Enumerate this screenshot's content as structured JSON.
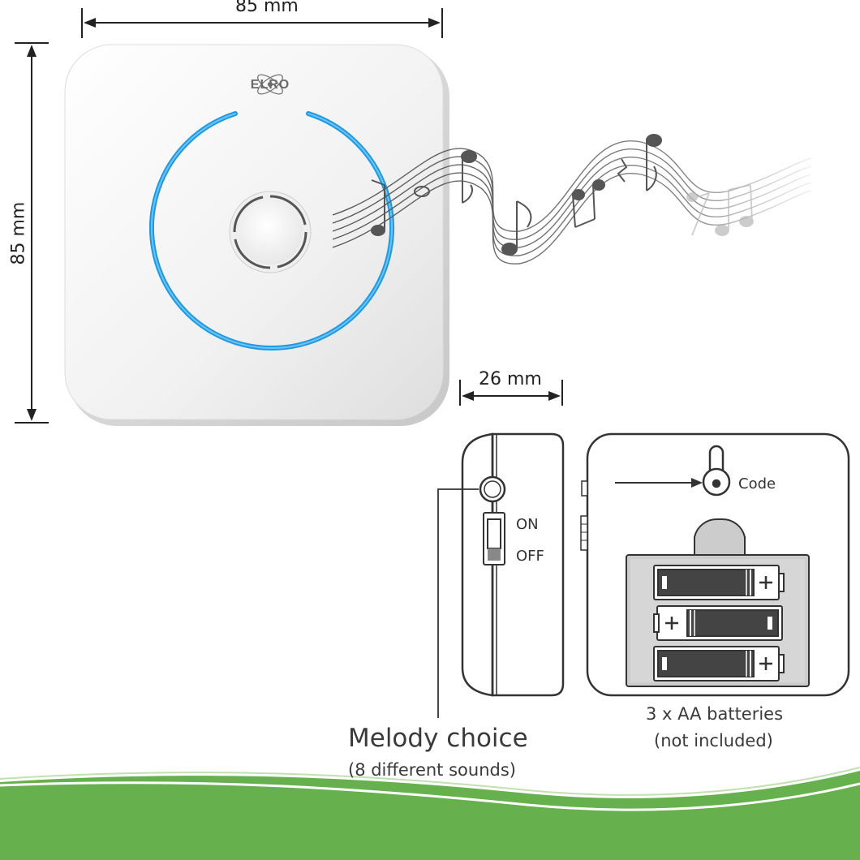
{
  "brand": {
    "logo_text": "ELRO"
  },
  "dimensions": {
    "width": "85 mm",
    "height": "85 mm",
    "depth": "26 mm"
  },
  "switch": {
    "on_label": "ON",
    "off_label": "OFF"
  },
  "back_panel": {
    "code_label": "Code"
  },
  "callouts": {
    "melody_title": "Melody choice",
    "melody_sub": "(8 different sounds)",
    "batteries_line1": "3 x AA batteries",
    "batteries_line2": "(not included)"
  },
  "colors": {
    "ring_blue": "#1e9ae0",
    "green_band": "#66b04e",
    "device_white": "#f2f2f2",
    "outline": "#444444"
  },
  "icons": [
    "music-notes-icon",
    "keyhole-icon",
    "arrow-right-icon",
    "battery-icon"
  ]
}
